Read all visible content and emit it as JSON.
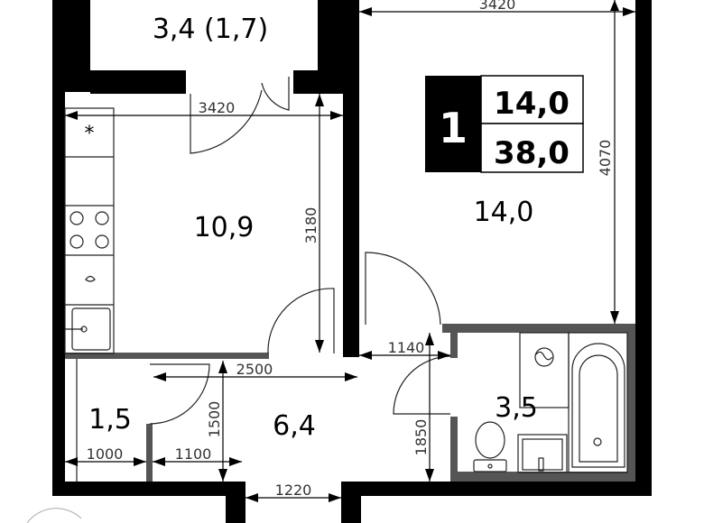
{
  "plan": {
    "rooms_count": "1",
    "living_area": "14,0",
    "total_area": "38,0",
    "rooms": {
      "balcony": "3,4 (1,7)",
      "kitchen": "10,9",
      "living_room": "14,0",
      "wardrobe": "1,5",
      "hallway": "6,4",
      "bathroom": "3,5"
    },
    "dimensions": {
      "living_width_top": "3420",
      "kitchen_width": "3420",
      "kitchen_depth": "3180",
      "living_depth": "4070",
      "hall_width": "2500",
      "bath_door_offset": "1140",
      "wardrobe_depth": "1500",
      "wardrobe_width": "1000",
      "hall_segment": "1100",
      "bath_depth": "1850",
      "entrance_width": "1220"
    },
    "colors": {
      "wall": "#000000",
      "partition": "#555555",
      "background": "#ffffff"
    }
  }
}
